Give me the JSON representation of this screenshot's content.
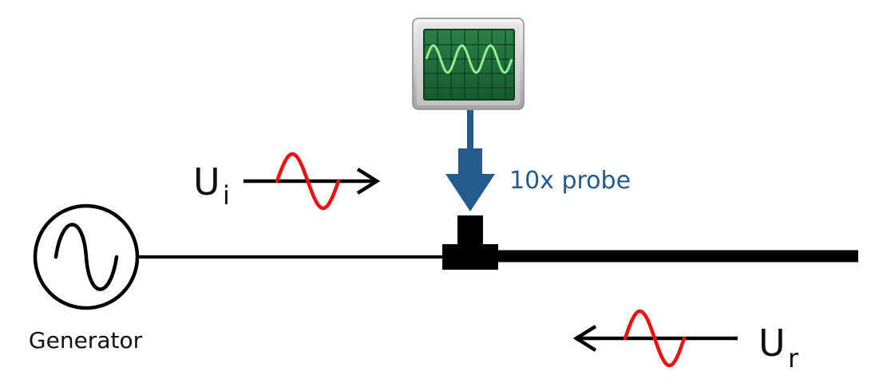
{
  "generator": {
    "label": "Generator",
    "icon": "ac-sine-source-icon"
  },
  "probe": {
    "label": "10x probe",
    "color": "#255a8c"
  },
  "oscilloscope": {
    "icon": "oscilloscope-icon",
    "screen_color": "#1f6a3a",
    "trace_color": "#8ef08e"
  },
  "incident_wave": {
    "symbol": "U",
    "subscript": "i",
    "direction": "right",
    "wave_color": "#ee1111"
  },
  "reflected_wave": {
    "symbol": "U",
    "subscript": "r",
    "direction": "left",
    "wave_color": "#ee1111"
  },
  "colors": {
    "line": "#000000",
    "arrow": "#000000"
  }
}
